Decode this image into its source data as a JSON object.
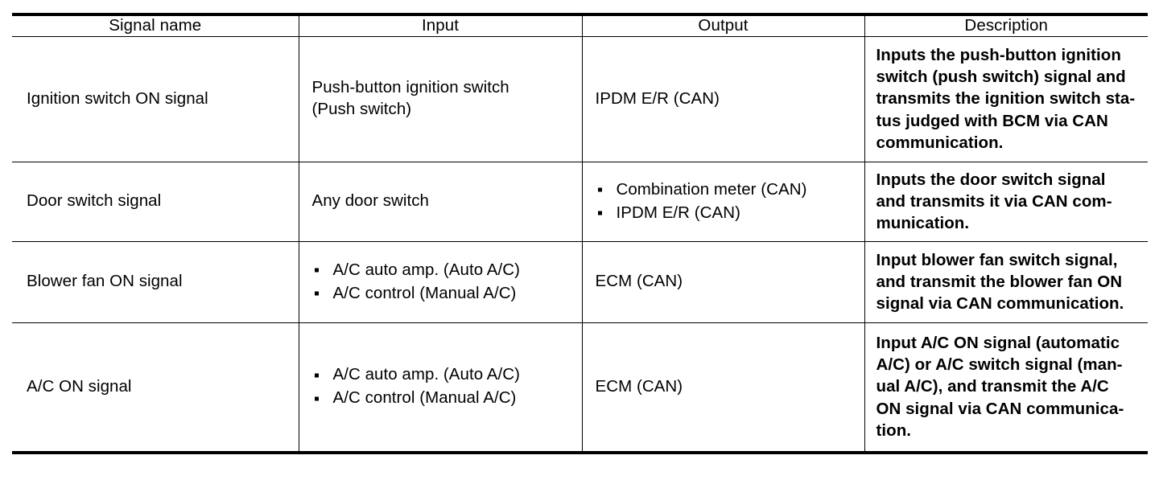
{
  "table": {
    "columns": [
      {
        "key": "signal_name",
        "label": "Signal name"
      },
      {
        "key": "input",
        "label": "Input"
      },
      {
        "key": "output",
        "label": "Output"
      },
      {
        "key": "description",
        "label": "Description"
      }
    ],
    "rows": [
      {
        "signal_name": "Ignition switch ON signal",
        "input_lines": [
          "Push-button ignition switch",
          "(Push switch)"
        ],
        "output_lines": [
          "IPDM E/R (CAN)"
        ],
        "description_lines": [
          "Inputs the push-button ignition",
          "switch (push switch) signal and",
          "transmits the ignition switch sta-",
          "tus judged with BCM via CAN",
          "communication."
        ]
      },
      {
        "signal_name": "Door switch signal",
        "input_lines": [
          "Any door switch"
        ],
        "output_bullets": [
          "Combination meter (CAN)",
          "IPDM E/R (CAN)"
        ],
        "description_lines": [
          "Inputs the door switch signal",
          "and transmits it via CAN com-",
          "munication."
        ]
      },
      {
        "signal_name": "Blower fan ON signal",
        "input_bullets": [
          "A/C auto amp. (Auto A/C)",
          "A/C control (Manual A/C)"
        ],
        "output_lines": [
          "ECM (CAN)"
        ],
        "description_lines": [
          "Input blower fan switch signal,",
          "and transmit the blower fan ON",
          "signal via CAN communication."
        ]
      },
      {
        "signal_name": "A/C ON signal",
        "input_bullets": [
          "A/C auto amp. (Auto A/C)",
          "A/C control (Manual A/C)"
        ],
        "output_lines": [
          "ECM (CAN)"
        ],
        "description_lines": [
          "Input A/C ON signal (automatic",
          "A/C) or A/C switch signal (man-",
          "ual A/C), and transmit the A/C",
          "ON signal via CAN communica-",
          "tion."
        ]
      }
    ]
  }
}
